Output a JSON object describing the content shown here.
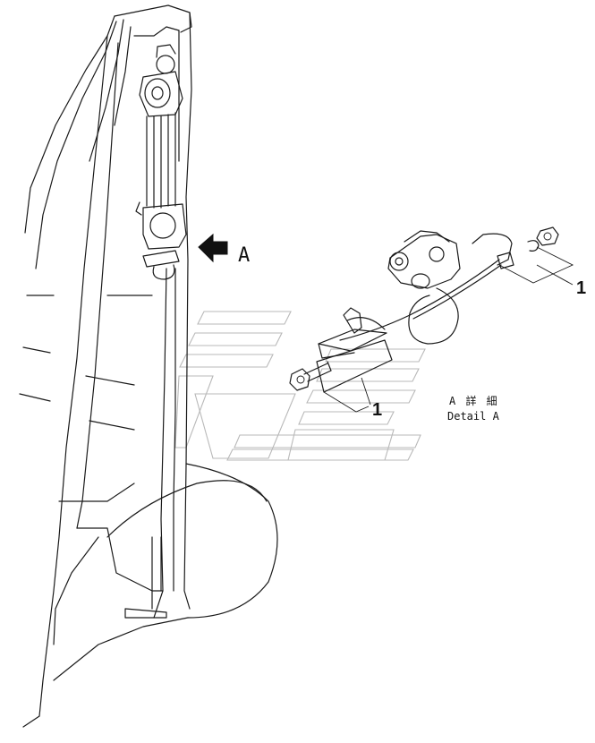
{
  "diagram": {
    "view_label": "A",
    "detail_title_jp": "A 詳 細",
    "detail_title_en": "Detail A",
    "callouts": [
      {
        "id": "callout-1-right",
        "text": "1"
      },
      {
        "id": "callout-1-lower",
        "text": "1"
      }
    ],
    "icons": {
      "view_arrow": "left-pointing-arrow-icon"
    }
  }
}
